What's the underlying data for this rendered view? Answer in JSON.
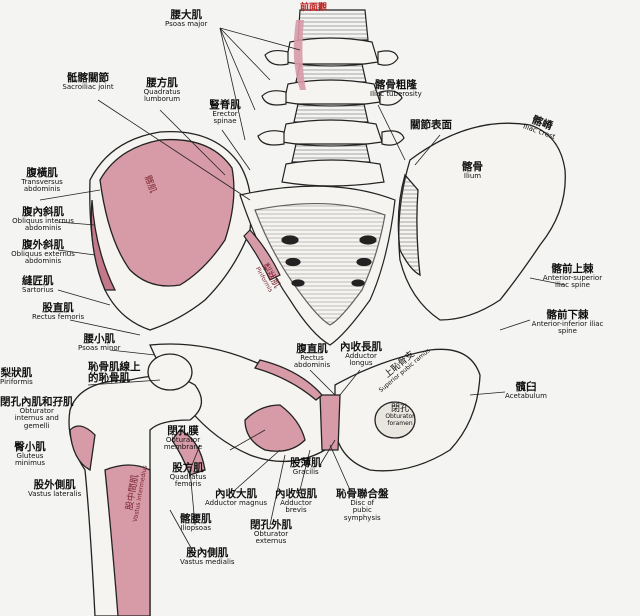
{
  "title": "前面觀",
  "colors": {
    "muscle": "#d79aa7",
    "muscle_dark": "#c4798a",
    "bone": "#f6f4f0",
    "line": "#222222",
    "background": "#f4f4f2"
  },
  "labels": {
    "psoas_major": {
      "zh": "腰大肌",
      "en": "Psoas major"
    },
    "sacroiliac": {
      "zh": "骶髂關節",
      "en": "Sacroiliac joint"
    },
    "quadratus_lumborum": {
      "zh": "腰方肌",
      "en": "Quadratus lumborum"
    },
    "erector_spinae": {
      "zh": "豎脊肌",
      "en": "Erector spinae"
    },
    "iliac_tuberosity": {
      "zh": "髂骨粗隆",
      "en": "Iliac tuberosity"
    },
    "joint_surface": {
      "zh": "關節表面",
      "en": ""
    },
    "iliac_crest": {
      "zh": "髂嵴",
      "en": "Iliac crest"
    },
    "ilium": {
      "zh": "髂骨",
      "en": "Ilium"
    },
    "transversus": {
      "zh": "腹橫肌",
      "en": "Transversus abdominis"
    },
    "obliquus_internus": {
      "zh": "腹內斜肌",
      "en": "Obliquus internus abdominis"
    },
    "obliquus_externus": {
      "zh": "腹外斜肌",
      "en": "Obliquus externus abdominis"
    },
    "sartorius": {
      "zh": "縫匠肌",
      "en": "Sartorius"
    },
    "rectus_femoris": {
      "zh": "股直肌",
      "en": "Rectus femoris"
    },
    "psoas_minor": {
      "zh": "腰小肌",
      "en": "Psoas minor"
    },
    "piriformis_left": {
      "zh": "梨狀肌",
      "en": "Piriformis"
    },
    "pecten_line": {
      "zh": "恥骨肌線上",
      "en": ""
    },
    "pecten_line2": {
      "zh": "的恥骨肌",
      "en": ""
    },
    "obturator_internus": {
      "zh": "閉孔內肌和孖肌",
      "en": "Obturator internus and gemelli"
    },
    "gluteus_minimus": {
      "zh": "臀小肌",
      "en": "Gluteus minimus"
    },
    "vastus_lateralis": {
      "zh": "股外側肌",
      "en": "Vastus lateralis"
    },
    "rectus_abdominis": {
      "zh": "腹直肌",
      "en": "Rectus abdominis"
    },
    "adductor_longus": {
      "zh": "內收長肌",
      "en": "Adductor longus"
    },
    "anterior_superior": {
      "zh": "髂前上棘",
      "en": "Anterior-superior iliac spine"
    },
    "anterior_inferior": {
      "zh": "髂前下棘",
      "en": "Anterior-inferior iliac spine"
    },
    "acetabulum": {
      "zh": "髖臼",
      "en": "Acetabulum"
    },
    "obturator_membrane": {
      "zh": "閉孔膜",
      "en": "Obturator membrane"
    },
    "quadratus_femoris": {
      "zh": "股方肌",
      "en": "Quadratus femoris"
    },
    "adductor_magnus": {
      "zh": "內收大肌",
      "en": "Adductor magnus"
    },
    "adductor_brevis": {
      "zh": "內收短肌",
      "en": "Adductor brevis"
    },
    "gracilis": {
      "zh": "股薄肌",
      "en": "Gracilis"
    },
    "symphysis": {
      "zh": "恥骨聯合盤",
      "en": "Disc of pubic symphysis"
    },
    "iliopsoas": {
      "zh": "髂腰肌",
      "en": "Iliopsoas"
    },
    "obturator_externus": {
      "zh": "閉孔外肌",
      "en": "Obturator externus"
    },
    "vastus_medialis": {
      "zh": "股內側肌",
      "en": "Vastus medialis"
    },
    "vastus_intermedius": {
      "zh": "股中間肌",
      "en": "Vastus intermedius"
    },
    "obturator_foramen": {
      "zh": "閉孔",
      "en": "Obturator foramen"
    },
    "piriformis_in": {
      "zh": "梨狀肌",
      "en": "Piriformis"
    },
    "iliacus_in": {
      "zh": "髂肌",
      "en": ""
    },
    "superior_pubic": {
      "zh": "上恥骨支",
      "en": "Superior pubic ramus"
    }
  }
}
